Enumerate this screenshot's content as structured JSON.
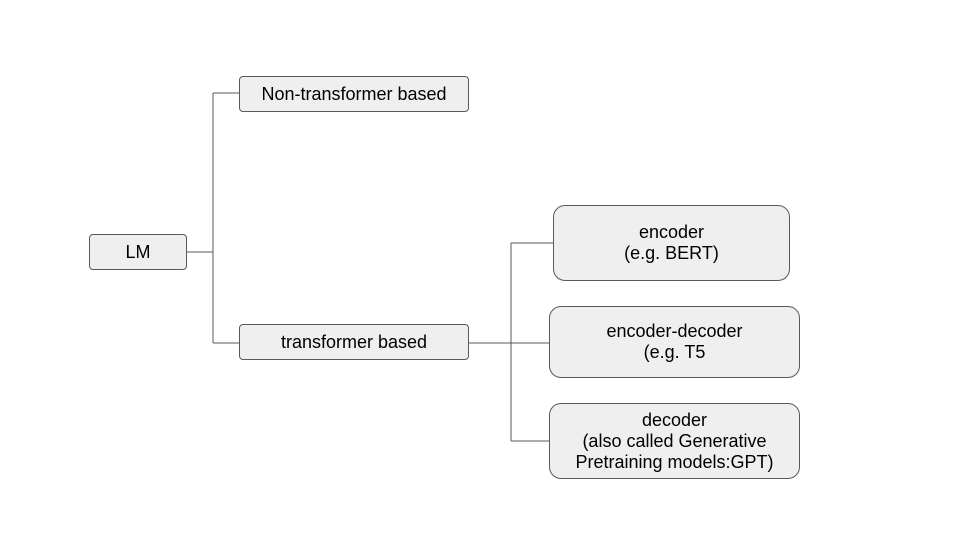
{
  "diagram": {
    "root": {
      "label": "LM"
    },
    "non_transformer": {
      "label": "Non-transformer based"
    },
    "transformer": {
      "label": "transformer based"
    },
    "encoder": {
      "line1": "encoder",
      "line2": "(e.g. BERT)"
    },
    "encoder_decoder": {
      "line1": "encoder-decoder",
      "line2": "(e.g. T5"
    },
    "decoder": {
      "line1": "decoder",
      "line2": "(also called Generative",
      "line3": "Pretraining models:GPT)"
    }
  },
  "colors": {
    "box_fill": "#efefef",
    "box_border": "#595959",
    "connector": "#595959"
  }
}
